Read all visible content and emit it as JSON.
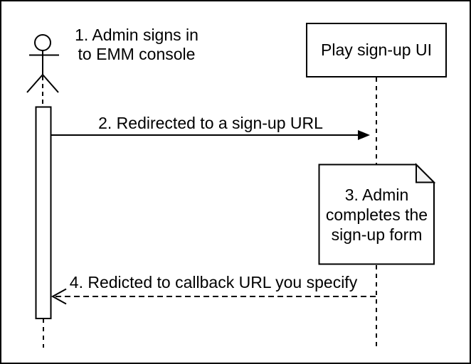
{
  "diagram": {
    "background_color": "#ffffff",
    "line_color": "#000000",
    "note_fold_color": "#f2f2f2",
    "step1_annotation": {
      "line1": "1. Admin signs in",
      "line2": "to EMM console"
    },
    "participant_box": {
      "label": "Play sign-up UI"
    },
    "message2": {
      "label": "2. Redirected to a sign-up URL"
    },
    "note": {
      "line1": "3. Admin",
      "line2": "completes the",
      "line3": "sign-up form"
    },
    "message4": {
      "label": "4. Redicted to callback URL you specify"
    }
  }
}
